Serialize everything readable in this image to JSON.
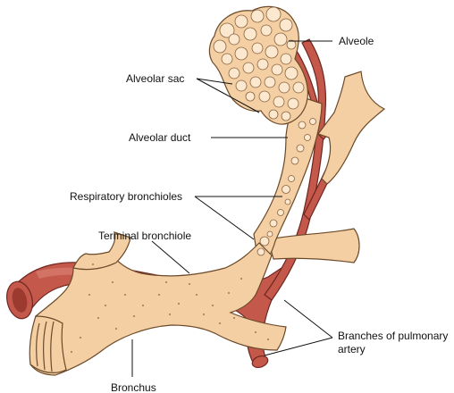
{
  "labels": {
    "alveole": "Alveole",
    "alveolar_sac": "Alveolar sac",
    "alveolar_duct": "Alveolar duct",
    "respiratory_bronchioles": "Respiratory bronchioles",
    "terminal_bronchiole": "Terminal bronchiole",
    "bronchus": "Bronchus",
    "branches_pulmonary_artery_line1": "Branches of pulmonary",
    "branches_pulmonary_artery_line2": "artery"
  },
  "colors": {
    "airway_tissue": "#f3cfa3",
    "artery": "#c4584b",
    "outline": "#6b4a2a"
  }
}
